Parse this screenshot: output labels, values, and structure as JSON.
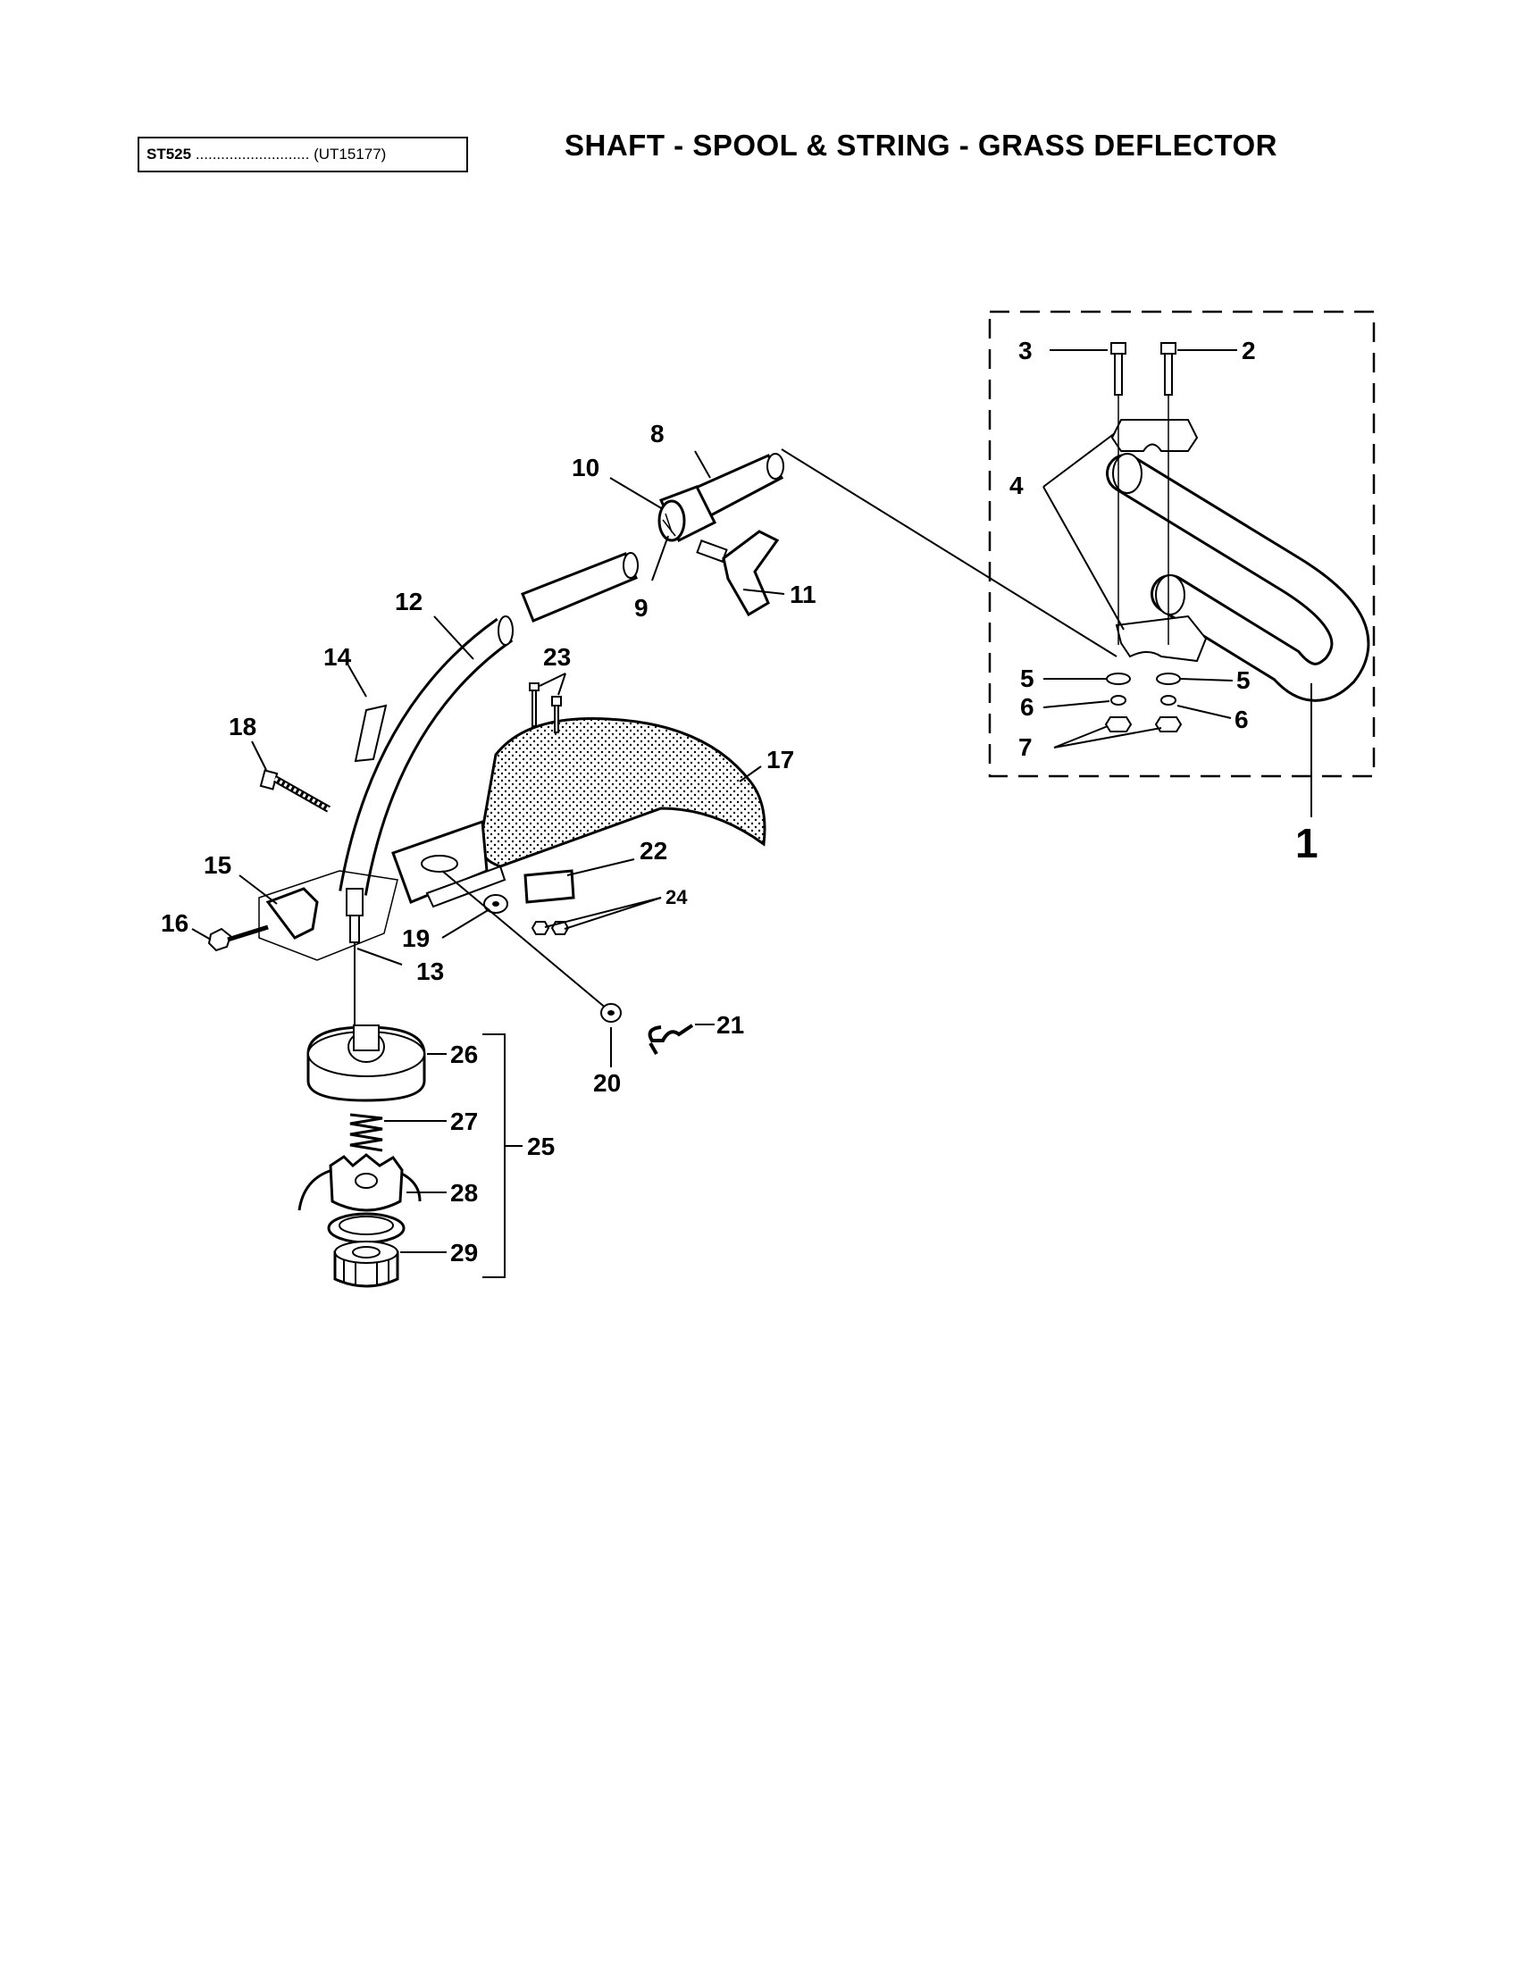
{
  "header": {
    "model": "ST525",
    "dots": " ...........................",
    "code": "(UT15177)",
    "title": "SHAFT - SPOOL & STRING - GRASS DEFLECTOR"
  },
  "callouts": {
    "c1": "1",
    "c2": "2",
    "c3": "3",
    "c4": "4",
    "c5a": "5",
    "c5b": "5",
    "c6a": "6",
    "c6b": "6",
    "c7": "7",
    "c8": "8",
    "c9": "9",
    "c10": "10",
    "c11": "11",
    "c12": "12",
    "c13": "13",
    "c14": "14",
    "c15": "15",
    "c16": "16",
    "c17": "17",
    "c18": "18",
    "c19": "19",
    "c20": "20",
    "c21": "21",
    "c22": "22",
    "c23": "23",
    "c24": "24",
    "c25": "25",
    "c26": "26",
    "c27": "27",
    "c28": "28",
    "c29": "29"
  }
}
